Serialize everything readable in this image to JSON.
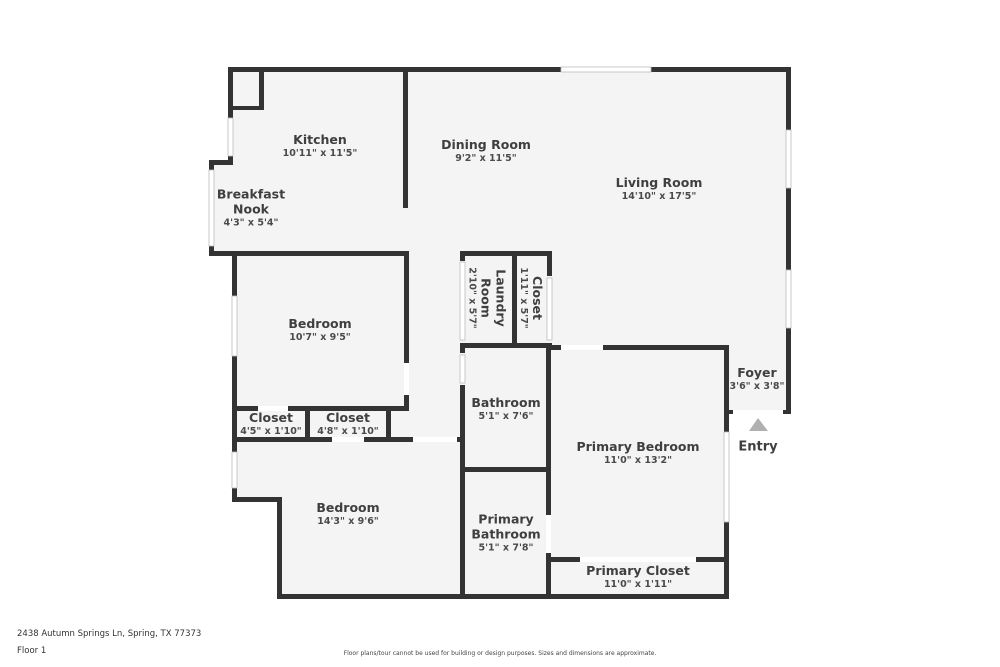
{
  "rooms": {
    "kitchen": {
      "name": "Kitchen",
      "dims": "10'11\" x 11'5\""
    },
    "breakfast_nook": {
      "name_line1": "Breakfast",
      "name_line2": "Nook",
      "dims": "4'3\" x 5'4\""
    },
    "dining_room": {
      "name": "Dining Room",
      "dims": "9'2\" x 11'5\""
    },
    "living_room": {
      "name": "Living Room",
      "dims": "14'10\" x 17'5\""
    },
    "laundry_room": {
      "name_line1": "Laundry",
      "name_line2": "Room",
      "dims": "2'10\" x 5'7\""
    },
    "hall_closet": {
      "name": "Closet",
      "dims": "1'11\" x 5'7\""
    },
    "bedroom_1": {
      "name": "Bedroom",
      "dims": "10'7\" x 9'5\""
    },
    "closet_1": {
      "name": "Closet",
      "dims": "4'5\" x 1'10\""
    },
    "closet_2": {
      "name": "Closet",
      "dims": "4'8\" x 1'10\""
    },
    "bathroom": {
      "name": "Bathroom",
      "dims": "5'1\" x 7'6\""
    },
    "foyer": {
      "name": "Foyer",
      "dims": "3'6\" x 3'8\""
    },
    "primary_bedroom": {
      "name": "Primary Bedroom",
      "dims": "11'0\" x 13'2\""
    },
    "bedroom_2": {
      "name": "Bedroom",
      "dims": "14'3\" x 9'6\""
    },
    "primary_bathroom": {
      "name_line1": "Primary",
      "name_line2": "Bathroom",
      "dims": "5'1\" x 7'8\""
    },
    "primary_closet": {
      "name": "Primary Closet",
      "dims": "11'0\" x 1'11\""
    }
  },
  "entry": {
    "label": "Entry",
    "icon": "triangle-up-arrow",
    "color": "#b0b0b0"
  },
  "footer": {
    "address": "2438 Autumn Springs Ln, Spring, TX 77373",
    "floor": "Floor 1",
    "disclaimer": "Floor plans/tour cannot be used for building or design purposes. Sizes and dimensions are approximate."
  },
  "colors": {
    "wall": "#333333",
    "floor": "#f4f4f4",
    "background": "#ffffff"
  }
}
